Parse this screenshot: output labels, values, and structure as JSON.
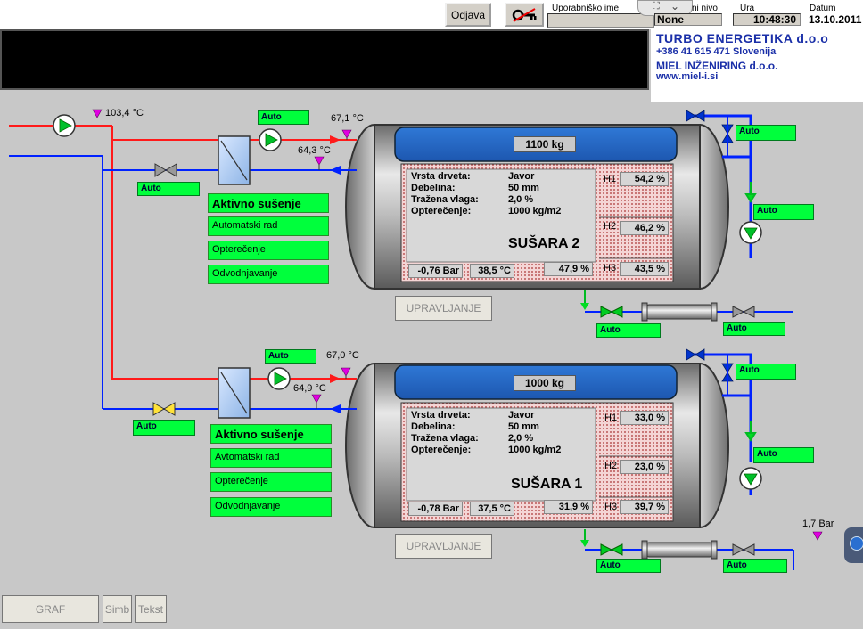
{
  "header": {
    "logout_label": "Odjava",
    "username_label": "Uporabniško ime",
    "level_label": "ni nivo",
    "level_value": "None",
    "time_label": "Ura",
    "time_value": "10:48:30",
    "date_label": "Datum",
    "date_value": "13.10.2011"
  },
  "logo": {
    "line1": "TURBO ENERGETIKA d.o.o",
    "line2": "+386 41 615 471 Slovenija",
    "line3": "MIEL INŽENIRING d.o.o.",
    "line4": "www.miel-i.si"
  },
  "pipes": {
    "supply_temp": "103,4 °C",
    "top_out_temp": "67,1 °C",
    "top_ret_temp": "64,3 °C",
    "bot_out_temp": "67,0 °C",
    "bot_ret_temp": "64,9 °C",
    "pressure": "1,7 Bar"
  },
  "auto_label": "Auto",
  "dryer2": {
    "weight": "1100 kg",
    "labels": [
      "Vrsta drveta:",
      "Debelina:",
      "Tražena vlaga:",
      "Opterečenje:"
    ],
    "values": [
      "Javor",
      "50 mm",
      "2,0 %",
      "1000 kg/m2"
    ],
    "name": "SUŠARA 2",
    "pressure": "-0,76 Bar",
    "temp": "38,5 °C",
    "humidity": "47,9 %",
    "h1": "54,2 %",
    "h2": "46,2 %",
    "h3": "43,5 %",
    "status": [
      "Aktivno sušenje",
      "Automatski rad",
      "Opterečenje",
      "Odvodnjavanje"
    ],
    "control_label": "UPRAVLJANJE"
  },
  "dryer1": {
    "weight": "1000 kg",
    "labels": [
      "Vrsta drveta:",
      "Debelina:",
      "Tražena vlaga:",
      "Opterečenje:"
    ],
    "values": [
      "Javor",
      "50 mm",
      "2,0 %",
      "1000 kg/m2"
    ],
    "name": "SUŠARA 1",
    "pressure": "-0,78 Bar",
    "temp": "37,5 °C",
    "humidity": "31,9 %",
    "h1": "33,0 %",
    "h2": "23,0 %",
    "h3": "39,7 %",
    "status": [
      "Aktivno sušenje",
      "Avtomatski rad",
      "Opterečenje",
      "Odvodnjavanje"
    ],
    "control_label": "UPRAVLJANJE"
  },
  "h_labels": {
    "h1": "H1",
    "h2": "H2",
    "h3": "H3"
  },
  "footer": {
    "graf": "GRAF",
    "simb": "Simb",
    "tekst": "Tekst"
  },
  "colors": {
    "hot_pipe": "#ff1a1a",
    "cold_pipe": "#0022ff",
    "drain_pipe": "#00dd22",
    "auto_bg": "#00ff3c",
    "tank_top": "#2f78d6"
  }
}
